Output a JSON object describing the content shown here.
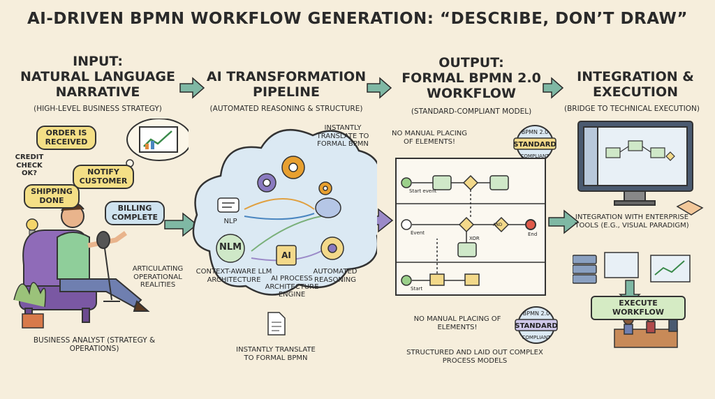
{
  "title": "AI-DRIVEN BPMN WORKFLOW GENERATION: “DESCRIBE, DON’T DRAW”",
  "columns": [
    {
      "heading": "INPUT:\nNATURAL LANGUAGE\nNARRATIVE",
      "sub": "(HIGH-LEVEL BUSINESS STRATEGY)"
    },
    {
      "heading": "AI TRANSFORMATION\nPIPELINE",
      "sub": "(AUTOMATED REASONING & STRUCTURE)"
    },
    {
      "heading": "OUTPUT:\nFORMAL BPMN 2.0\nWORKFLOW",
      "sub": "(STANDARD-COMPLIANT MODEL)"
    },
    {
      "heading": "INTEGRATION &\nEXECUTION",
      "sub": "(BRIDGE TO TECHNICAL EXECUTION)"
    }
  ],
  "input": {
    "bubbles": [
      "ORDER IS RECEIVED",
      "CREDIT CHECK OK?",
      "NOTIFY CUSTOMER",
      "SHIPPING DONE",
      "BILLING COMPLETE"
    ],
    "articulating": "ARTICULATING OPERATIONAL REALITIES",
    "analyst": "BUSINESS ANALYST (STRATEGY & OPERATIONS)"
  },
  "pipeline": {
    "nlp": "NLP",
    "nlm": "NLM",
    "ai": "AI",
    "context": "CONTEXT-AWARE LLM ARCHITECTURE",
    "engine": "AI PROCESS ARCHITECTURE ENGINE",
    "reasoning": "AUTOMATED REASONING",
    "translate_top": "INSTANTLY TRANSLATE TO FORMAL BPMN",
    "translate_bottom": "INSTANTLY TRANSLATE TO FORMAL BPMN"
  },
  "output": {
    "no_manual_top": "NO MANUAL PLACING OF ELEMENTS!",
    "no_manual_bottom": "NO MANUAL PLACING OF ELEMENTS!",
    "badge_top": "BPMN 2.0",
    "badge_mid": "STANDARD",
    "badge_bottom": "COMPLIANT",
    "start1": "Start event",
    "event": "Event",
    "start2": "Start",
    "xor": "XOR",
    "and": "AND",
    "end": "End",
    "structured": "STRUCTURED AND LAID OUT COMPLEX PROCESS MODELS"
  },
  "integration": {
    "tools": "INTEGRATION WITH ENTERPRISE TOOLS (e.g., VISUAL PARADIGM)",
    "execute": "EXECUTE WORKFLOW"
  },
  "colors": {
    "background": "#f6eedc",
    "cloud": "#dbe9f3",
    "arrow": "#7fb8a4",
    "bubble_yellow": "#f4df86",
    "bubble_blue": "#cfe3ef",
    "task_green": "#cfe8c8",
    "gateway_yellow": "#f3d98a"
  }
}
